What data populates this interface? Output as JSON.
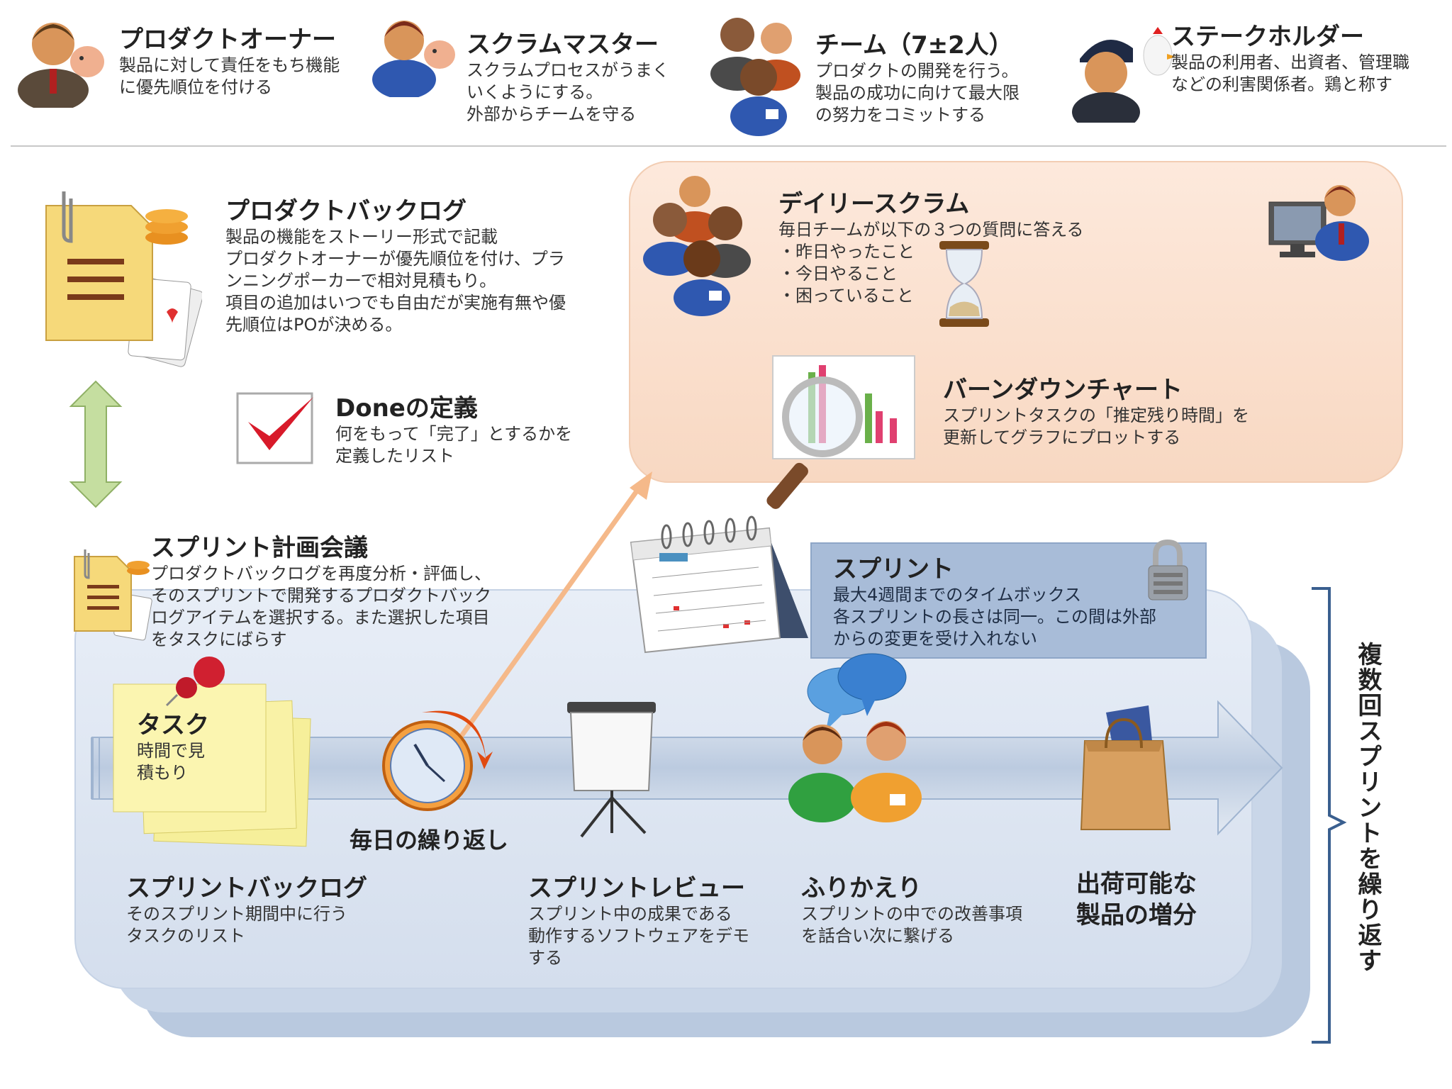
{
  "roles": [
    {
      "title": "プロダクトオーナー",
      "desc": "製品に対して責任をもち機能\nに優先順位を付ける"
    },
    {
      "title": "スクラムマスター",
      "desc": "スクラムプロセスがうまく\nいくようにする。\n外部からチームを守る"
    },
    {
      "title": "チーム（7±2人）",
      "desc": "プロダクトの開発を行う。\n製品の成功に向けて最大限\nの努力をコミットする"
    },
    {
      "title": "ステークホルダー",
      "desc": "製品の利用者、出資者、管理職\nなどの利害関係者。鶏と称す"
    }
  ],
  "product_backlog": {
    "title": "プロダクトバックログ",
    "desc": "製品の機能をストーリー形式で記載\nプロダクトオーナーが優先順位を付け、プラ\nンニングポーカーで相対見積もり。\n項目の追加はいつでも自由だが実施有無や優\n先順位はPOが決める。"
  },
  "done": {
    "title": "Doneの定義",
    "desc": "何をもって「完了」とするかを\n定義したリスト"
  },
  "daily_scrum": {
    "title": "デイリースクラム",
    "desc": "毎日チームが以下の３つの質問に答える",
    "items": [
      "・昨日やったこと",
      "・今日やること",
      "・困っていること"
    ]
  },
  "burndown": {
    "title": "バーンダウンチャート",
    "desc": "スプリントタスクの「推定残り時間」を\n更新してグラフにプロットする"
  },
  "planning": {
    "title": "スプリント計画会議",
    "desc": "プロダクトバックログを再度分析・評価し、\nそのスプリントで開発するプロダクトバック\nログアイテムを選択する。また選択した項目\nをタスクにばらす"
  },
  "sprint": {
    "title": "スプリント",
    "desc": "最大4週間までのタイムボックス\n各スプリントの長さは同一。この間は外部\nからの変更を受け入れない"
  },
  "task": {
    "title": "タスク",
    "desc": "時間で見\n積もり"
  },
  "daily_repeat": "毎日の繰り返し",
  "sprint_backlog": {
    "title": "スプリントバックログ",
    "desc": "そのスプリント期間中に行う\nタスクのリスト"
  },
  "review": {
    "title": "スプリントレビュー",
    "desc": "スプリント中の成果である\n動作するソフトウェアをデモ\nする"
  },
  "retro": {
    "title": "ふりかえり",
    "desc": "スプリントの中での改善事項\nを話合い次に繋げる"
  },
  "increment": {
    "title": "出荷可能な\n製品の増分"
  },
  "repeat": "複数回スプリントを繰り返す",
  "colors": {
    "panel_peach": "#fbe3d2",
    "sprint_blue": "#dbe5f1",
    "sprint_box": "#a8bcd8",
    "arrow_green": "#c5dea0",
    "arrow_orange": "#f5b98a"
  }
}
